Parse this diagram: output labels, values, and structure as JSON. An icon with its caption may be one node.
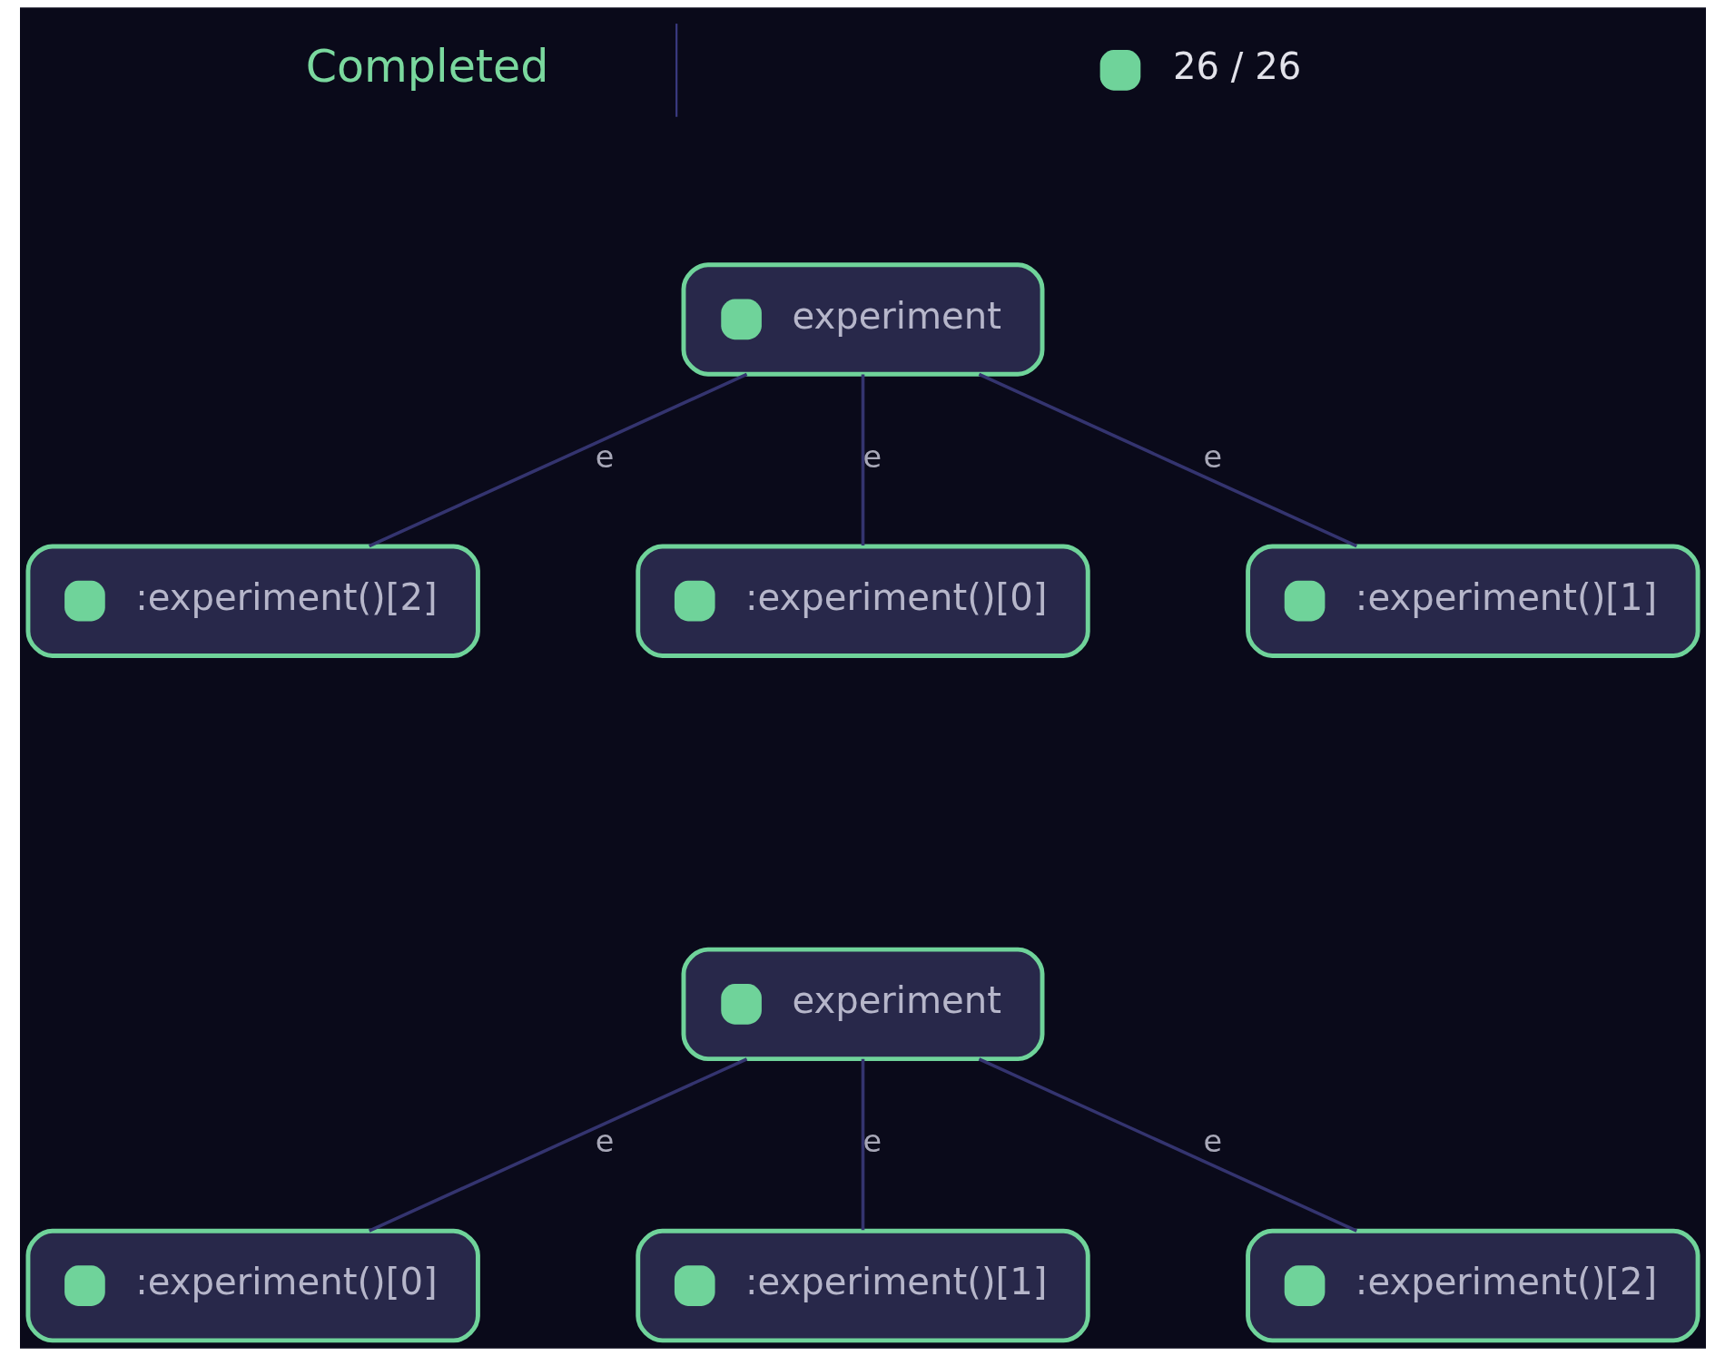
{
  "diagram": {
    "nodes": [
      {
        "text": [
          "experiment"
        ]
      },
      {
        "text": [
          ":experiment()[2]"
        ]
      },
      {
        "text": [
          ":experiment()[0]"
        ]
      },
      {
        "text": [
          ":experiment()[1]"
        ]
      },
      {
        "text": [
          "experiment"
        ]
      },
      {
        "text": [
          ":experiment()[0]"
        ]
      },
      {
        "text": [
          ":experiment()[1]"
        ]
      },
      {
        "text": [
          ":experiment()[2]"
        ]
      }
    ],
    "edges": [
      {
        "from": 0,
        "to": 1,
        "arrow": "none",
        "label": "e"
      },
      {
        "from": 0,
        "to": 2,
        "arrow": "none",
        "label": "e"
      },
      {
        "from": 0,
        "to": 3,
        "arrow": "none",
        "label": "e"
      },
      {
        "from": 4,
        "to": 5,
        "arrow": "none",
        "label": "e"
      },
      {
        "from": 4,
        "to": 6,
        "arrow": "none",
        "label": "e"
      },
      {
        "from": 4,
        "to": 7,
        "arrow": "none",
        "label": "e"
      }
    ],
    "labels": [
      "Completed",
      "26 / 26"
    ]
  }
}
